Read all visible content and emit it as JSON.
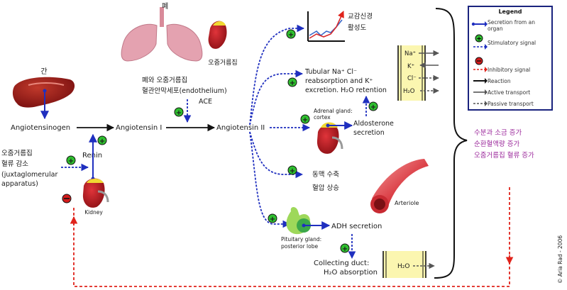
{
  "legend": {
    "title": "Legend",
    "items": [
      {
        "label": "Secretion from an organ"
      },
      {
        "label": "Stimulatory signal"
      },
      {
        "label": "Inhibitory signal"
      },
      {
        "label": "Reaction"
      },
      {
        "label": "Active transport"
      },
      {
        "label": "Passive transport"
      }
    ]
  },
  "labels": {
    "liver": "간",
    "lung": "폐",
    "kidney_top": "오줌거름집",
    "lung_ace_line1": "폐와 오줌거름집",
    "lung_ace_line2": "혈관안막세포(endothelium)",
    "ace": "ACE",
    "angiotensinogen": "Angiotensinogen",
    "angiotensin1": "Angiotensin I",
    "angiotensin2": "Angiotensin II",
    "renin": "Renin",
    "kidney_bottom": "Kidney",
    "jga_line1": "오줌거름집",
    "jga_line2": "혈류 감소",
    "jga_line3": "(juxtaglomerular",
    "jga_line4": "apparatus)",
    "sympathetic_line1": "교감신경",
    "sympathetic_line2": "활성도",
    "tubular_line1": "Tubular Na⁺ Cl⁻",
    "tubular_line2": "reabsorption and K⁺",
    "tubular_line3": "excretion. H₂O retention",
    "adrenal_line1": "Adrenal gland:",
    "adrenal_line2": "cortex",
    "aldosterone_line1": "Aldosterone",
    "aldosterone_line2": "secretion",
    "vasoconstriction_line1": "동맥 수축",
    "vasoconstriction_line2": "혈압 상승",
    "arteriole": "Arteriole",
    "pituitary_line1": "Pituitary gland:",
    "pituitary_line2": "posterior lobe",
    "adh": "ADH secretion",
    "collecting_line1": "Collecting duct:",
    "collecting_line2": "H₂O absorption",
    "result_line1": "수분과 소금 증가",
    "result_line2": "순환혈액량 증가",
    "result_line3": "오줌거름집 혈류 증가",
    "ion_na": "Na⁺",
    "ion_k": "K⁺",
    "ion_cl": "Cl⁻",
    "ion_h2o": "H₂O",
    "duct_h2o": "H₂O",
    "copyright": "© Aria Rad - 2006"
  },
  "colors": {
    "secretion": "#1f2fbf",
    "stimulatory": "#1f2fbf",
    "inhibitory": "#e0231b",
    "reaction": "#111111",
    "plus_fill": "#2fbf2f",
    "minus_fill": "#d41c1c",
    "result_text": "#9c2a9c",
    "legend_border": "#1a237e"
  },
  "icons": [
    "liver-icon",
    "lung-icon",
    "kidney-icon",
    "adrenal-kidney-icon",
    "pituitary-icon",
    "arteriole-icon",
    "sympathetic-graph-icon",
    "tubule-icon",
    "collecting-duct-icon"
  ]
}
